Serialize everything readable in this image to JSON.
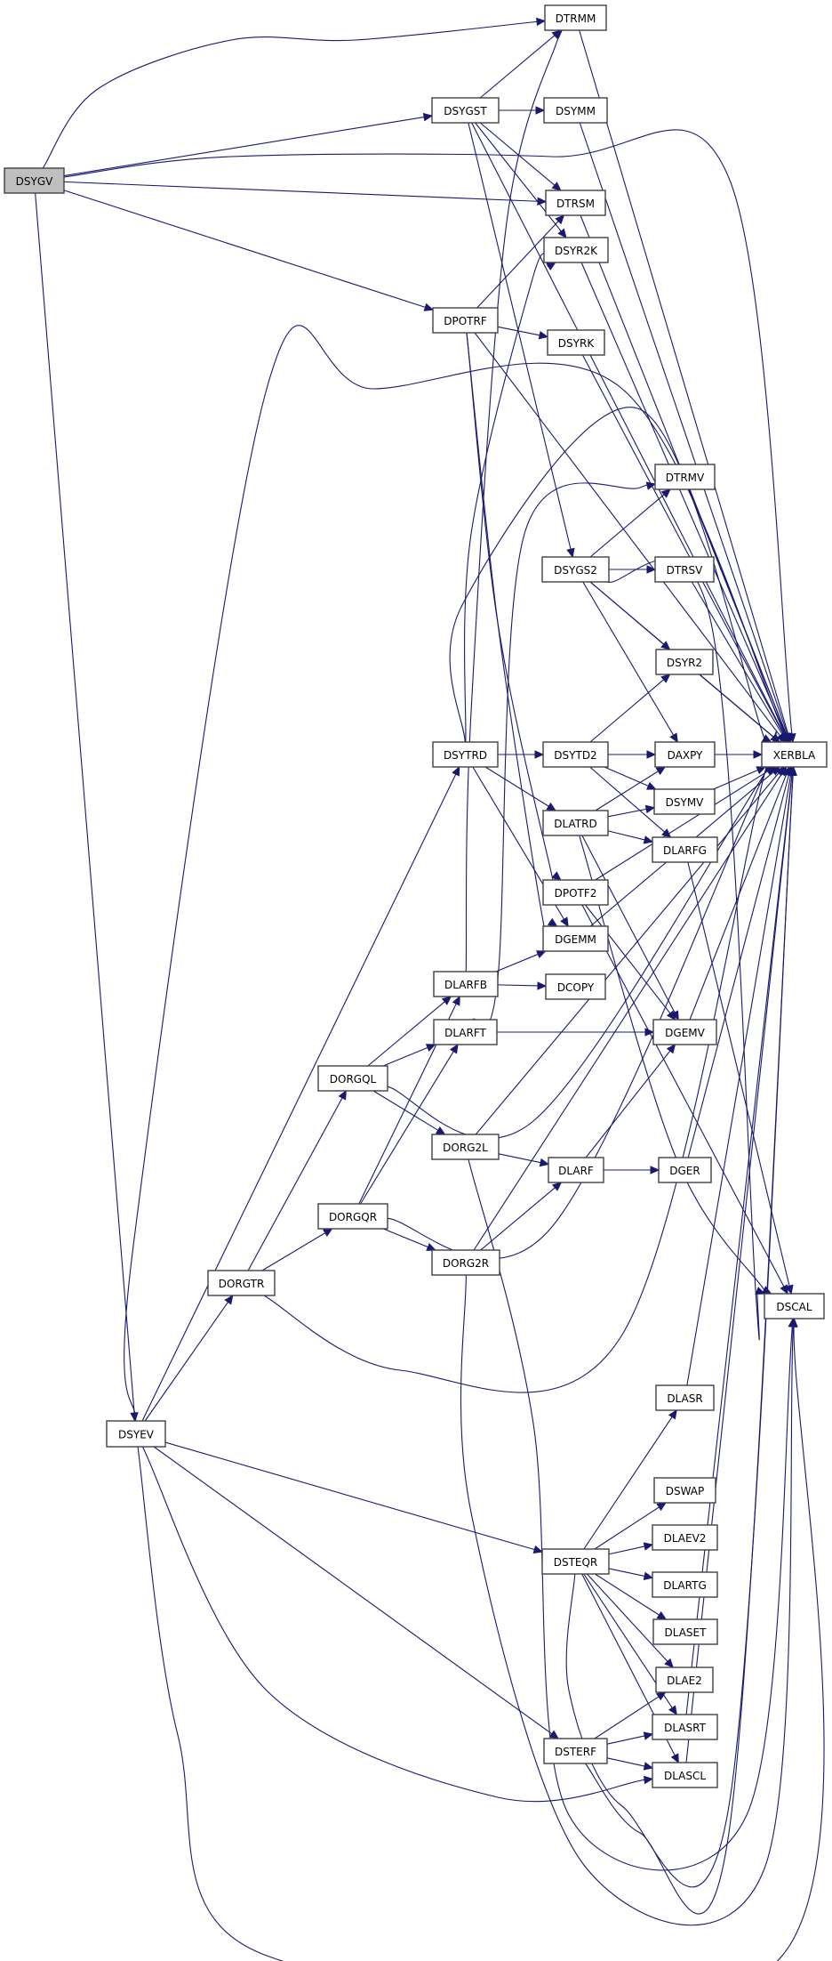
{
  "diagram": {
    "title": "DSYGV call graph",
    "edge_color": "#191970",
    "root_fill": "#bfbfbf",
    "node_fill": "#ffffff",
    "nodes": [
      {
        "id": "DSYGV",
        "label": "DSYGV",
        "root": true
      },
      {
        "id": "DTRMM",
        "label": "DTRMM"
      },
      {
        "id": "DSYGST",
        "label": "DSYGST"
      },
      {
        "id": "DSYMM",
        "label": "DSYMM"
      },
      {
        "id": "DTRSM",
        "label": "DTRSM"
      },
      {
        "id": "DSYR2K",
        "label": "DSYR2K"
      },
      {
        "id": "DPOTRF",
        "label": "DPOTRF"
      },
      {
        "id": "DSYRK",
        "label": "DSYRK"
      },
      {
        "id": "DTRMV",
        "label": "DTRMV"
      },
      {
        "id": "DSYGS2",
        "label": "DSYGS2"
      },
      {
        "id": "DTRSV",
        "label": "DTRSV"
      },
      {
        "id": "DSYR2",
        "label": "DSYR2"
      },
      {
        "id": "DSYTRD",
        "label": "DSYTRD"
      },
      {
        "id": "DSYTD2",
        "label": "DSYTD2"
      },
      {
        "id": "DAXPY",
        "label": "DAXPY"
      },
      {
        "id": "XERBLA",
        "label": "XERBLA"
      },
      {
        "id": "DSYMV",
        "label": "DSYMV"
      },
      {
        "id": "DLATRD",
        "label": "DLATRD"
      },
      {
        "id": "DLARFG",
        "label": "DLARFG"
      },
      {
        "id": "DPOTF2",
        "label": "DPOTF2"
      },
      {
        "id": "DGEMM",
        "label": "DGEMM"
      },
      {
        "id": "DLARFB",
        "label": "DLARFB"
      },
      {
        "id": "DCOPY",
        "label": "DCOPY"
      },
      {
        "id": "DLARFT",
        "label": "DLARFT"
      },
      {
        "id": "DGEMV",
        "label": "DGEMV"
      },
      {
        "id": "DORGQL",
        "label": "DORGQL"
      },
      {
        "id": "DORG2L",
        "label": "DORG2L"
      },
      {
        "id": "DLARF",
        "label": "DLARF"
      },
      {
        "id": "DGER",
        "label": "DGER"
      },
      {
        "id": "DORGQR",
        "label": "DORGQR"
      },
      {
        "id": "DORG2R",
        "label": "DORG2R"
      },
      {
        "id": "DORGTR",
        "label": "DORGTR"
      },
      {
        "id": "DSCAL",
        "label": "DSCAL"
      },
      {
        "id": "DLASR",
        "label": "DLASR"
      },
      {
        "id": "DSYEV",
        "label": "DSYEV"
      },
      {
        "id": "DSWAP",
        "label": "DSWAP"
      },
      {
        "id": "DLAEV2",
        "label": "DLAEV2"
      },
      {
        "id": "DSTEQR",
        "label": "DSTEQR"
      },
      {
        "id": "DLARTG",
        "label": "DLARTG"
      },
      {
        "id": "DLASET",
        "label": "DLASET"
      },
      {
        "id": "DLAE2",
        "label": "DLAE2"
      },
      {
        "id": "DLASRT",
        "label": "DLASRT"
      },
      {
        "id": "DSTERF",
        "label": "DSTERF"
      },
      {
        "id": "DLASCL",
        "label": "DLASCL"
      }
    ],
    "edges": [
      [
        "DSYGV",
        "DTRMM"
      ],
      [
        "DSYGV",
        "DSYGST"
      ],
      [
        "DSYGV",
        "XERBLA"
      ],
      [
        "DSYGV",
        "DTRSM"
      ],
      [
        "DSYGV",
        "DPOTRF"
      ],
      [
        "DSYGV",
        "DSYEV"
      ],
      [
        "DSYGST",
        "DTRMM"
      ],
      [
        "DSYGST",
        "DSYMM"
      ],
      [
        "DSYGST",
        "XERBLA"
      ],
      [
        "DSYGST",
        "DTRSM"
      ],
      [
        "DSYGST",
        "DSYR2K"
      ],
      [
        "DSYGST",
        "DSYGS2"
      ],
      [
        "DTRMM",
        "XERBLA"
      ],
      [
        "DSYMM",
        "XERBLA"
      ],
      [
        "DTRSM",
        "XERBLA"
      ],
      [
        "DSYR2K",
        "XERBLA"
      ],
      [
        "DSYRK",
        "XERBLA"
      ],
      [
        "DPOTRF",
        "DTRSM"
      ],
      [
        "DPOTRF",
        "XERBLA"
      ],
      [
        "DPOTRF",
        "DSYRK"
      ],
      [
        "DPOTRF",
        "DPOTF2"
      ],
      [
        "DPOTRF",
        "DGEMM"
      ],
      [
        "DSYGS2",
        "DTRMV"
      ],
      [
        "DSYGS2",
        "DTRSV"
      ],
      [
        "DSYGS2",
        "DSYR2"
      ],
      [
        "DSYGS2",
        "DAXPY"
      ],
      [
        "DSYGS2",
        "XERBLA"
      ],
      [
        "DSYGS2",
        "DSCAL"
      ],
      [
        "DTRMV",
        "XERBLA"
      ],
      [
        "DTRSV",
        "XERBLA"
      ],
      [
        "DSYR2",
        "XERBLA"
      ],
      [
        "DSYMV",
        "XERBLA"
      ],
      [
        "DGEMV",
        "XERBLA"
      ],
      [
        "DGER",
        "XERBLA"
      ],
      [
        "DGEMM",
        "XERBLA"
      ],
      [
        "DSYTRD",
        "DSYTD2"
      ],
      [
        "DSYTRD",
        "DLATRD"
      ],
      [
        "DSYTRD",
        "DSYR2K"
      ],
      [
        "DSYTRD",
        "DGEMM"
      ],
      [
        "DSYTRD",
        "XERBLA"
      ],
      [
        "DSYTD2",
        "DSYR2"
      ],
      [
        "DSYTD2",
        "DAXPY"
      ],
      [
        "DSYTD2",
        "DSYMV"
      ],
      [
        "DSYTD2",
        "DLARFG"
      ],
      [
        "DSYTD2",
        "XERBLA"
      ],
      [
        "DLATRD",
        "DAXPY"
      ],
      [
        "DLATRD",
        "DSYMV"
      ],
      [
        "DLATRD",
        "DLARFG"
      ],
      [
        "DLATRD",
        "DGEMV"
      ],
      [
        "DLATRD",
        "DSCAL"
      ],
      [
        "DLARFG",
        "DSCAL"
      ],
      [
        "DPOTF2",
        "DGEMV"
      ],
      [
        "DPOTF2",
        "XERBLA"
      ],
      [
        "DPOTF2",
        "DSCAL"
      ],
      [
        "DLARFB",
        "DGEMM"
      ],
      [
        "DLARFB",
        "DCOPY"
      ],
      [
        "DLARFB",
        "DTRMM"
      ],
      [
        "DLARFT",
        "DGEMV"
      ],
      [
        "DLARFT",
        "DTRMV"
      ],
      [
        "DORGQL",
        "DLARFB"
      ],
      [
        "DORGQL",
        "DLARFT"
      ],
      [
        "DORGQL",
        "DORG2L"
      ],
      [
        "DORGQL",
        "XERBLA"
      ],
      [
        "DORGQR",
        "DLARFB"
      ],
      [
        "DORGQR",
        "DLARFT"
      ],
      [
        "DORGQR",
        "DORG2R"
      ],
      [
        "DORGQR",
        "XERBLA"
      ],
      [
        "DORG2L",
        "DLARF"
      ],
      [
        "DORG2L",
        "XERBLA"
      ],
      [
        "DORG2L",
        "DSCAL"
      ],
      [
        "DORG2R",
        "DLARF"
      ],
      [
        "DORG2R",
        "XERBLA"
      ],
      [
        "DORG2R",
        "DSCAL"
      ],
      [
        "DLARF",
        "DGEMV"
      ],
      [
        "DLARF",
        "DGER"
      ],
      [
        "DORGTR",
        "DORGQL"
      ],
      [
        "DORGTR",
        "DORGQR"
      ],
      [
        "DORGTR",
        "XERBLA"
      ],
      [
        "DSYEV",
        "DSYTRD"
      ],
      [
        "DSYEV",
        "DORGTR"
      ],
      [
        "DSYEV",
        "DSTEQR"
      ],
      [
        "DSYEV",
        "DSTERF"
      ],
      [
        "DSYEV",
        "DLASCL"
      ],
      [
        "DSYEV",
        "XERBLA"
      ],
      [
        "DSYEV",
        "DSCAL"
      ],
      [
        "DSTEQR",
        "DLASR"
      ],
      [
        "DSTEQR",
        "DSWAP"
      ],
      [
        "DSTEQR",
        "DLAEV2"
      ],
      [
        "DSTEQR",
        "DLARTG"
      ],
      [
        "DSTEQR",
        "DLASET"
      ],
      [
        "DSTEQR",
        "DLAE2"
      ],
      [
        "DSTEQR",
        "DLASRT"
      ],
      [
        "DSTEQR",
        "DLASCL"
      ],
      [
        "DSTEQR",
        "XERBLA"
      ],
      [
        "DSTERF",
        "DLAE2"
      ],
      [
        "DSTERF",
        "DLASRT"
      ],
      [
        "DSTERF",
        "DLASCL"
      ],
      [
        "DSTERF",
        "XERBLA"
      ],
      [
        "DLASR",
        "XERBLA"
      ],
      [
        "DLASRT",
        "XERBLA"
      ],
      [
        "DLASCL",
        "XERBLA"
      ]
    ]
  }
}
